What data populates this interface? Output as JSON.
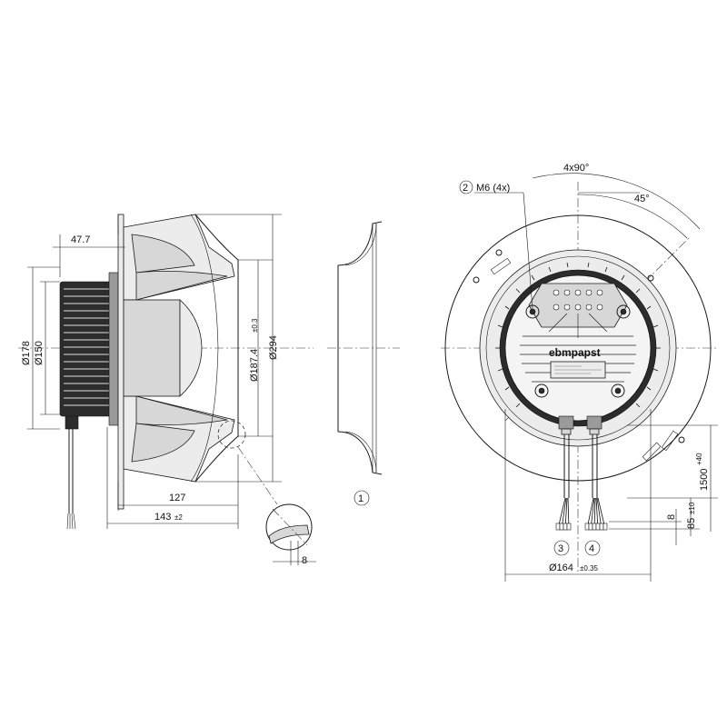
{
  "side_view": {
    "depth": "47.7",
    "dia_outer": "Ø178",
    "dia_inner": "Ø150",
    "impeller_dia": "Ø187.4",
    "impeller_dia_tol": "±0.3",
    "outer_dia": "Ø294",
    "length_1": "127",
    "length_2": "143",
    "length_2_tol": "±2",
    "detail_dim": "8"
  },
  "inlet_ring": {
    "callout": "1"
  },
  "front_view": {
    "hole_pattern": "4x90°",
    "angle": "45°",
    "thread_callout": "2",
    "thread_label": "M6 (4x)",
    "logo": "ebmpapst",
    "mount_dia": "Ø164",
    "mount_dia_tol": "±0.35",
    "cable_len": "1500",
    "cable_len_tol": "+40",
    "strip_len": "85",
    "strip_len_tol": "±10",
    "wire_end": "8",
    "cable_callout_1": "3",
    "cable_callout_2": "4"
  }
}
